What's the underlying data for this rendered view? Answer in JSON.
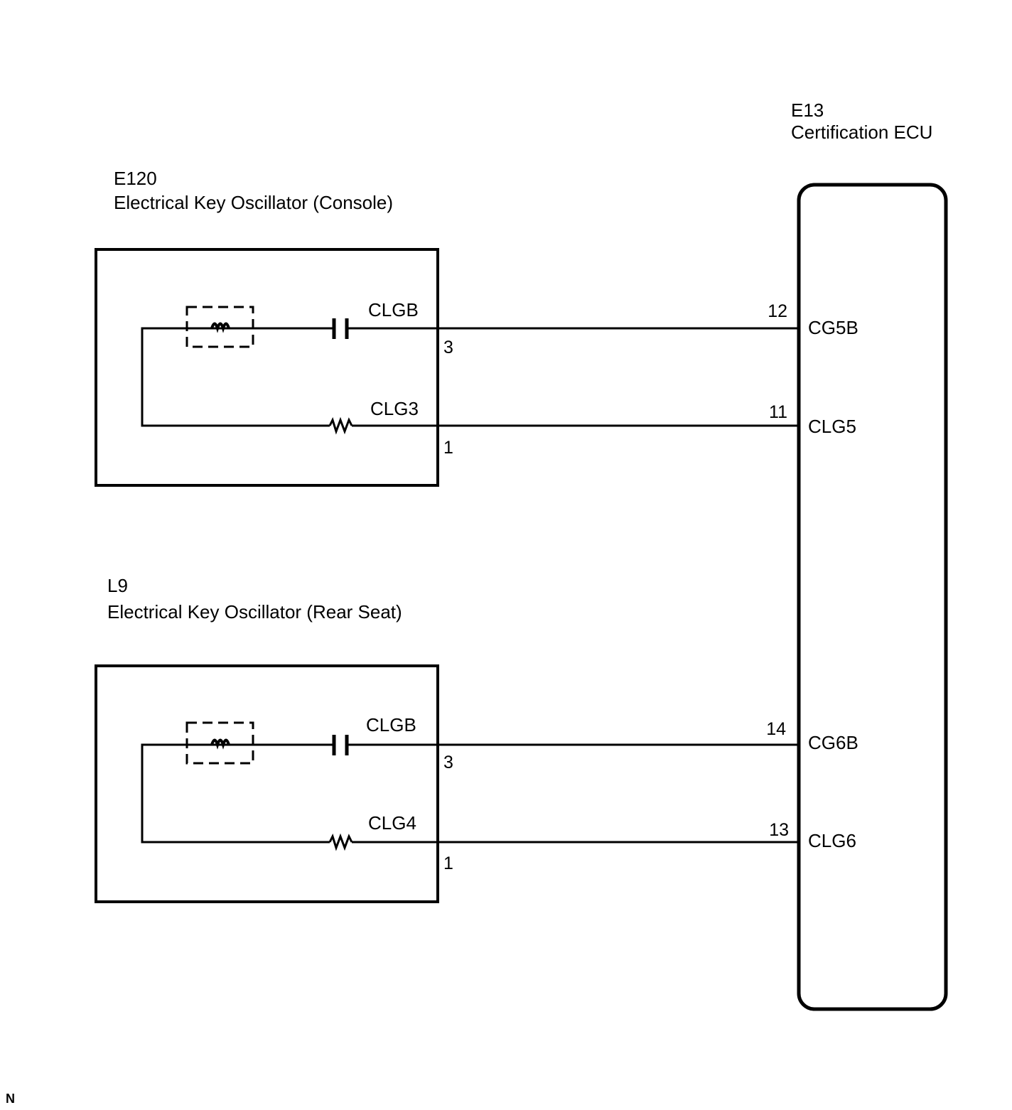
{
  "colors": {
    "line": "#000000",
    "background": "#ffffff"
  },
  "ecu": {
    "code": "E13",
    "name": "Certification ECU",
    "pins": [
      {
        "num": "12",
        "name": "CG5B"
      },
      {
        "num": "11",
        "name": "CLG5"
      },
      {
        "num": "14",
        "name": "CG6B"
      },
      {
        "num": "13",
        "name": "CLG6"
      }
    ]
  },
  "oscillators": [
    {
      "code": "E120",
      "name": "Electrical Key Oscillator (Console)",
      "upper_terminal": "CLGB",
      "lower_terminal": "CLG3",
      "upper_pin": "3",
      "lower_pin": "1"
    },
    {
      "code": "L9",
      "name": "Electrical Key Oscillator (Rear Seat)",
      "upper_terminal": "CLGB",
      "lower_terminal": "CLG4",
      "upper_pin": "3",
      "lower_pin": "1"
    }
  ],
  "corner_code": "N"
}
